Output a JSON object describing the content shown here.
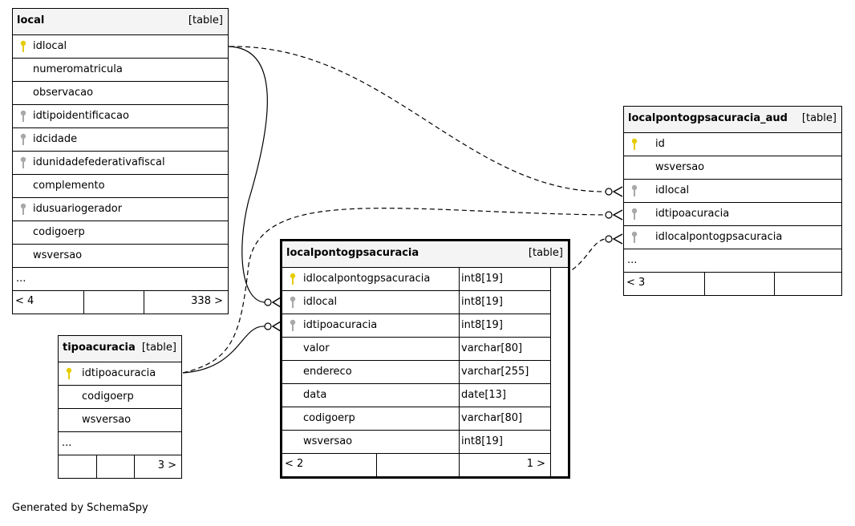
{
  "tables": {
    "local": {
      "name": "local",
      "type": "[table]",
      "columns": [
        "idlocal",
        "numeromatricula",
        "observacao",
        "idtipoidentificacao",
        "idcidade",
        "idunidadefederativafiscal",
        "complemento",
        "idusuariogerador",
        "codigoerp",
        "wsversao"
      ],
      "keys": [
        "primary",
        "none",
        "none",
        "foreign",
        "foreign",
        "foreign",
        "none",
        "foreign",
        "none",
        "none"
      ],
      "more": "...",
      "footer_left": "< 4",
      "footer_right": "338 >"
    },
    "aud": {
      "name": "localpontogpsacuracia_aud",
      "type": "[table]",
      "columns": [
        "id",
        "wsversao",
        "idlocal",
        "idtipoacuracia",
        "idlocalpontogpsacuracia"
      ],
      "keys": [
        "primary",
        "none",
        "foreign",
        "foreign",
        "foreign"
      ],
      "more": "...",
      "footer_left": "< 3",
      "footer_right": ""
    },
    "main": {
      "name": "localpontogpsacuracia",
      "type": "[table]",
      "columns": [
        "idlocalpontogpsacuracia",
        "idlocal",
        "idtipoacuracia",
        "valor",
        "endereco",
        "data",
        "codigoerp",
        "wsversao"
      ],
      "col_types": [
        "int8[19]",
        "int8[19]",
        "int8[19]",
        "varchar[80]",
        "varchar[255]",
        "date[13]",
        "varchar[80]",
        "int8[19]"
      ],
      "keys": [
        "primary",
        "foreign",
        "foreign",
        "none",
        "none",
        "none",
        "none",
        "none"
      ],
      "footer_left": "< 2",
      "footer_right": "1 >"
    },
    "tipo": {
      "name": "tipoacuracia",
      "type": "[table]",
      "columns": [
        "idtipoacuracia",
        "codigoerp",
        "wsversao"
      ],
      "keys": [
        "primary",
        "none",
        "none"
      ],
      "more": "...",
      "footer_left": "",
      "footer_right": "3 >"
    }
  },
  "key_colors": {
    "primary": "#e6cc00",
    "foreign": "#a8a8a8"
  },
  "footer_note": "Generated by SchemaSpy"
}
